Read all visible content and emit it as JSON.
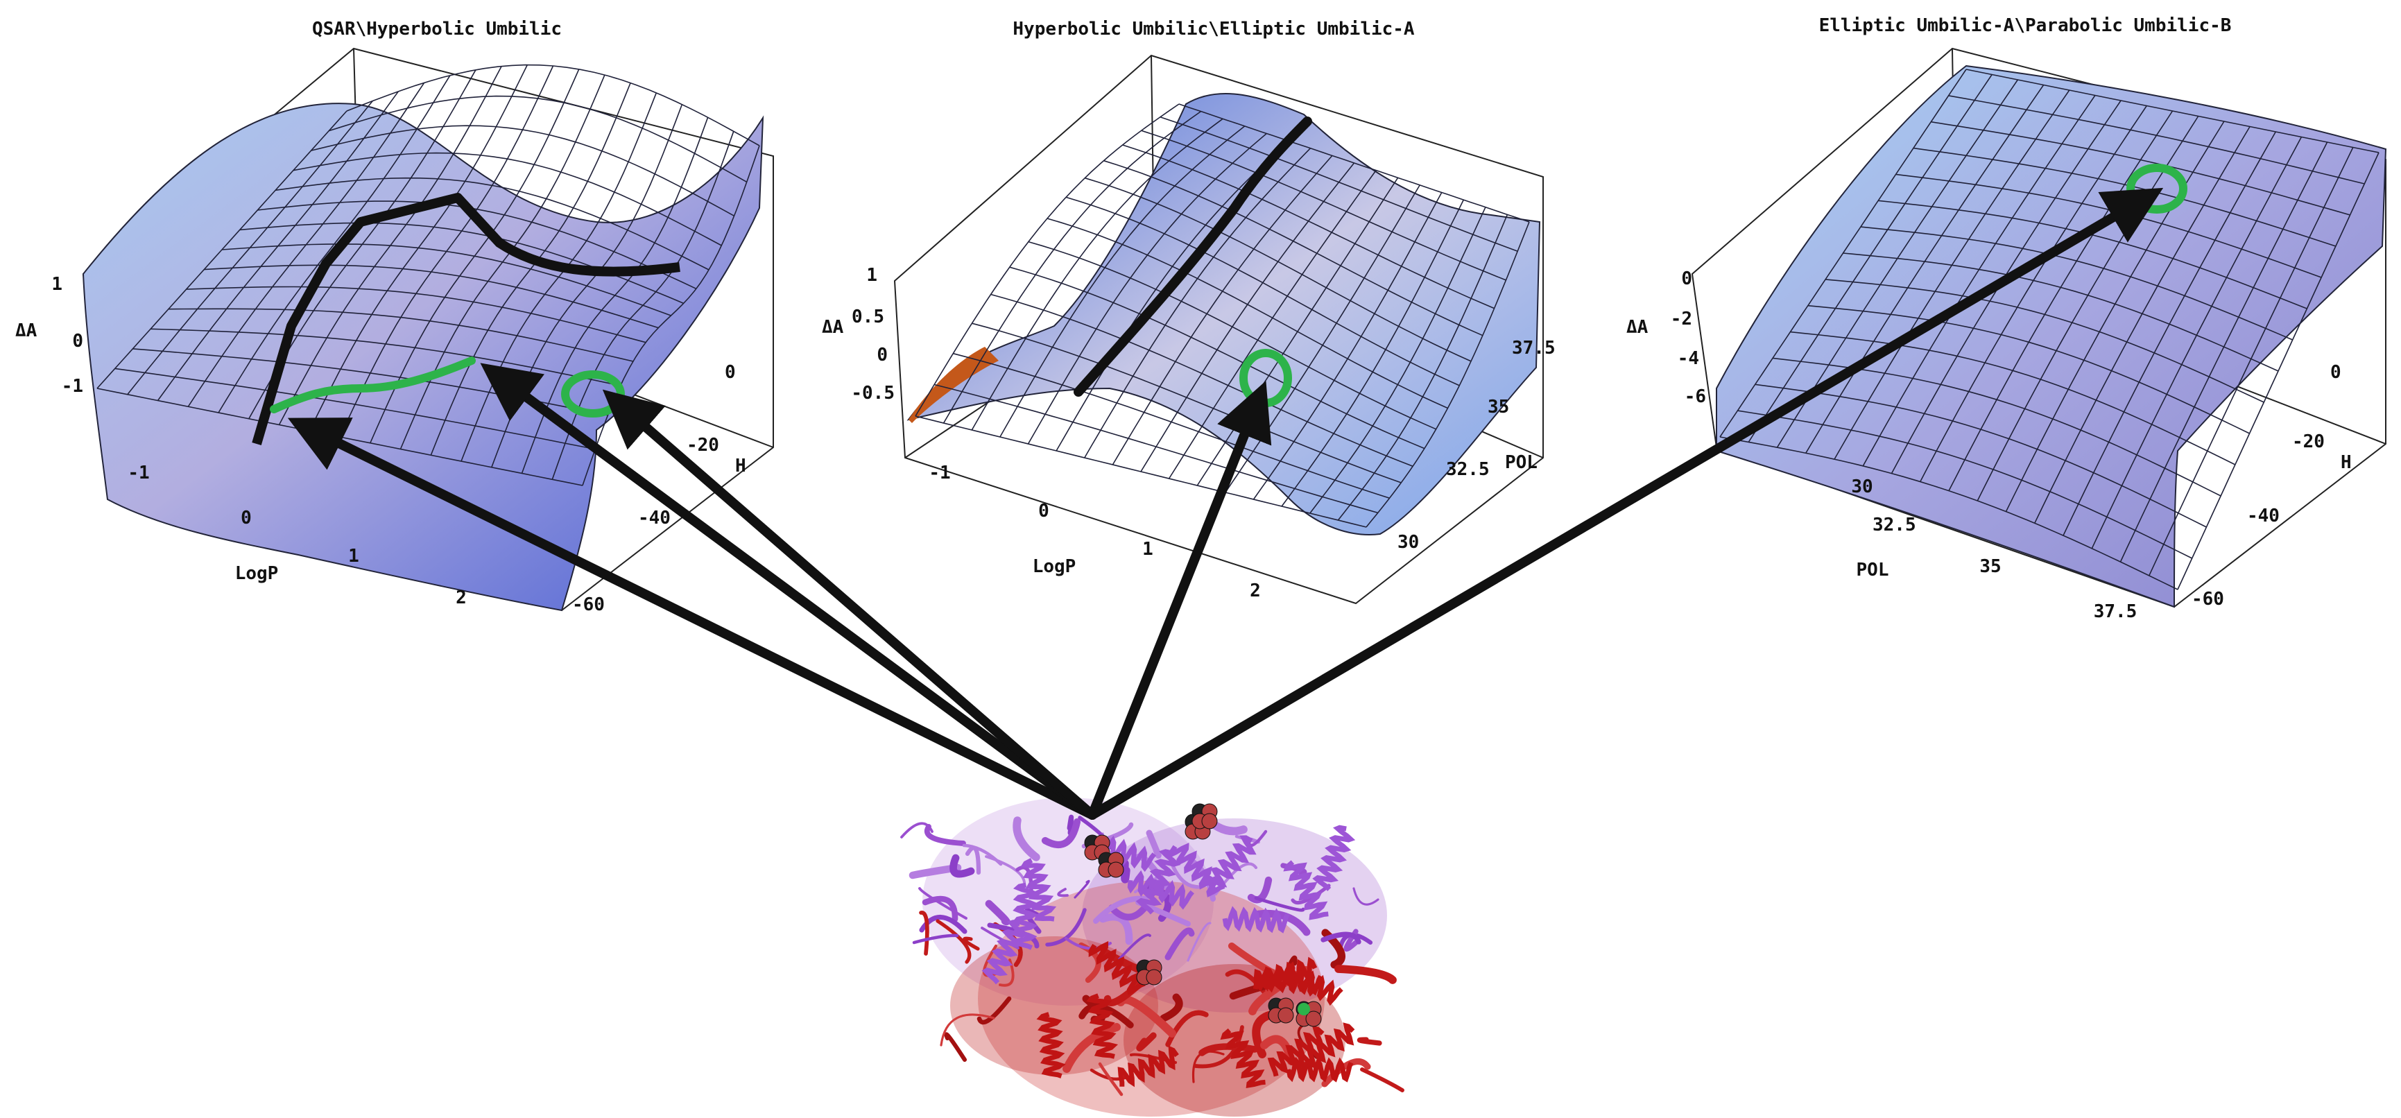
{
  "panels": [
    {
      "title": "QSAR\\Hyperbolic Umbilic",
      "z_label": "ΔA",
      "x_label": "LogP",
      "y_label": "H",
      "z_ticks": [
        "1",
        "0",
        "-1"
      ],
      "x_ticks": [
        "-1",
        "0",
        "1",
        "2"
      ],
      "y_ticks": [
        "0",
        "-20",
        "-40",
        "-60"
      ]
    },
    {
      "title": "Hyperbolic Umbilic\\Elliptic Umbilic-A",
      "z_label": "ΔA",
      "x_label": "LogP",
      "y_label": "POL",
      "z_ticks": [
        "1",
        "0.5",
        "0",
        "-0.5"
      ],
      "x_ticks": [
        "-1",
        "0",
        "1",
        "2"
      ],
      "y_ticks": [
        "37.5",
        "35",
        "32.5",
        "30"
      ]
    },
    {
      "title": "Elliptic Umbilic-A\\Parabolic Umbilic-B",
      "z_label": "ΔA",
      "x_label": "POL",
      "y_label": "H",
      "z_ticks": [
        "0",
        "-2",
        "-4",
        "-6"
      ],
      "x_ticks": [
        "30",
        "32.5",
        "35",
        "37.5"
      ],
      "y_ticks": [
        "0",
        "-20",
        "-40",
        "-60"
      ]
    }
  ],
  "colors": {
    "surface_light": "#bcd8f4",
    "surface_mid": "#8f9fe0",
    "surface_dark": "#4a64d6",
    "grid": "#1a1a2a",
    "path": "#111111",
    "highlight_path": "#2db34a",
    "marker_ring": "#2db34a",
    "protein_helix": "#b070d8",
    "protein_red": "#c01818"
  }
}
